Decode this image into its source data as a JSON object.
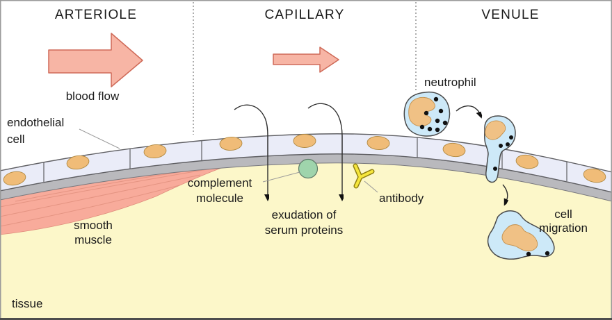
{
  "sections": [
    {
      "label": "ARTERIOLE"
    },
    {
      "label": "CAPILLARY"
    },
    {
      "label": "VENULE"
    }
  ],
  "labels": {
    "blood_flow": "blood flow",
    "endothelial_line1": "endothelial",
    "endothelial_line2": "cell",
    "smooth_line1": "smooth",
    "smooth_line2": "muscle",
    "tissue": "tissue",
    "complement_line1": "complement",
    "complement_line2": "molecule",
    "exudation_line1": "exudation of",
    "exudation_line2": "serum proteins",
    "antibody": "antibody",
    "neutrophil": "neutrophil",
    "migration_line1": "cell",
    "migration_line2": "migration"
  },
  "colors": {
    "background": "#ffffff",
    "tissue": "#fcf7c9",
    "endothelial_cell": "#eaecf8",
    "cell_outline": "#5f5f63",
    "nucleus": "#f0bc78",
    "basement_membrane": "#b9b9bd",
    "smooth_muscle": "#f8ab9b",
    "blood_flow_arrow": "#f7b5a5",
    "arrow_outline": "#cf6a58",
    "neutrophil_body": "#cde9f8",
    "neutrophil_nucleus": "#f0c185",
    "complement_molecule": "#9fd4ac",
    "antibody_yellow": "#f6e63c",
    "text": "#1a1a1a",
    "divider": "#8a8a8a"
  }
}
